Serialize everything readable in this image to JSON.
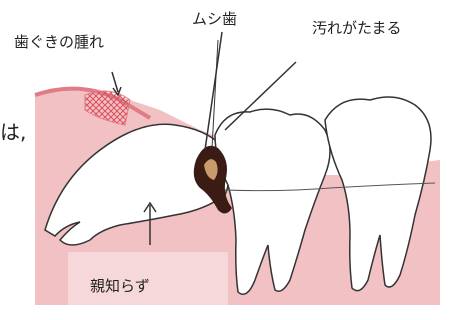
{
  "labels": {
    "gum_swelling": "歯ぐきの腫れ",
    "cavity": "ムシ歯",
    "plaque": "汚れがたまる",
    "wisdom_tooth": "親知らず",
    "cut_text": "は,"
  },
  "colors": {
    "gum": "#f2c1c4",
    "gum_dark": "#e07c86",
    "bone_panel": "#f7d8da",
    "tooth": "#ffffff",
    "outline": "#333333",
    "cavity": "#3a1c14",
    "swelling_grid": "#d9505e"
  }
}
